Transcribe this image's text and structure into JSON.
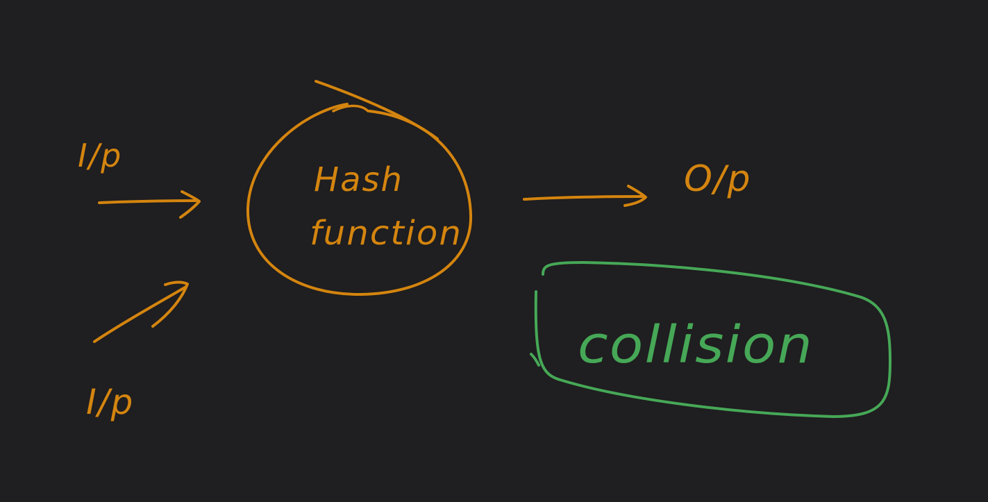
{
  "labels": {
    "input_top": "I/p",
    "input_bottom": "I/p",
    "function_line1": "Hash",
    "function_line2": "function",
    "output": "O/p",
    "collision": "collision"
  },
  "colors": {
    "background": "#1f1e20",
    "orange_ink": "#d4850f",
    "green_ink": "#46a857"
  }
}
